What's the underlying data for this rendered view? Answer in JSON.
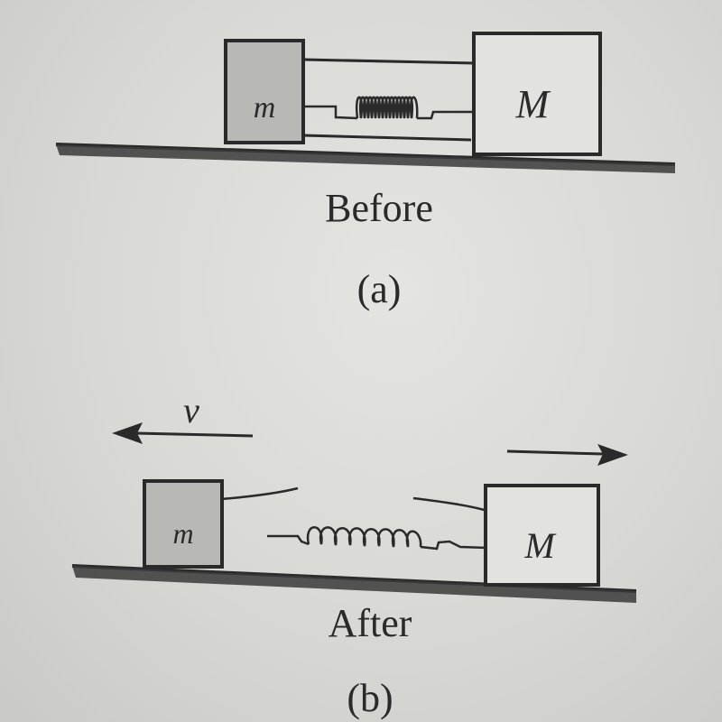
{
  "panel_a": {
    "block_small_label": "m",
    "block_large_label": "M",
    "caption": "Before",
    "sublabel": "(a)"
  },
  "panel_b": {
    "velocity_label": "v",
    "block_small_label": "m",
    "block_large_label": "M",
    "caption": "After",
    "sublabel": "(b)"
  },
  "colors": {
    "ink": "#2a2a2a",
    "small_block_fill": "#b8b8b4",
    "large_block_fill": "#e2e2de",
    "background": "#dcdcd8"
  }
}
